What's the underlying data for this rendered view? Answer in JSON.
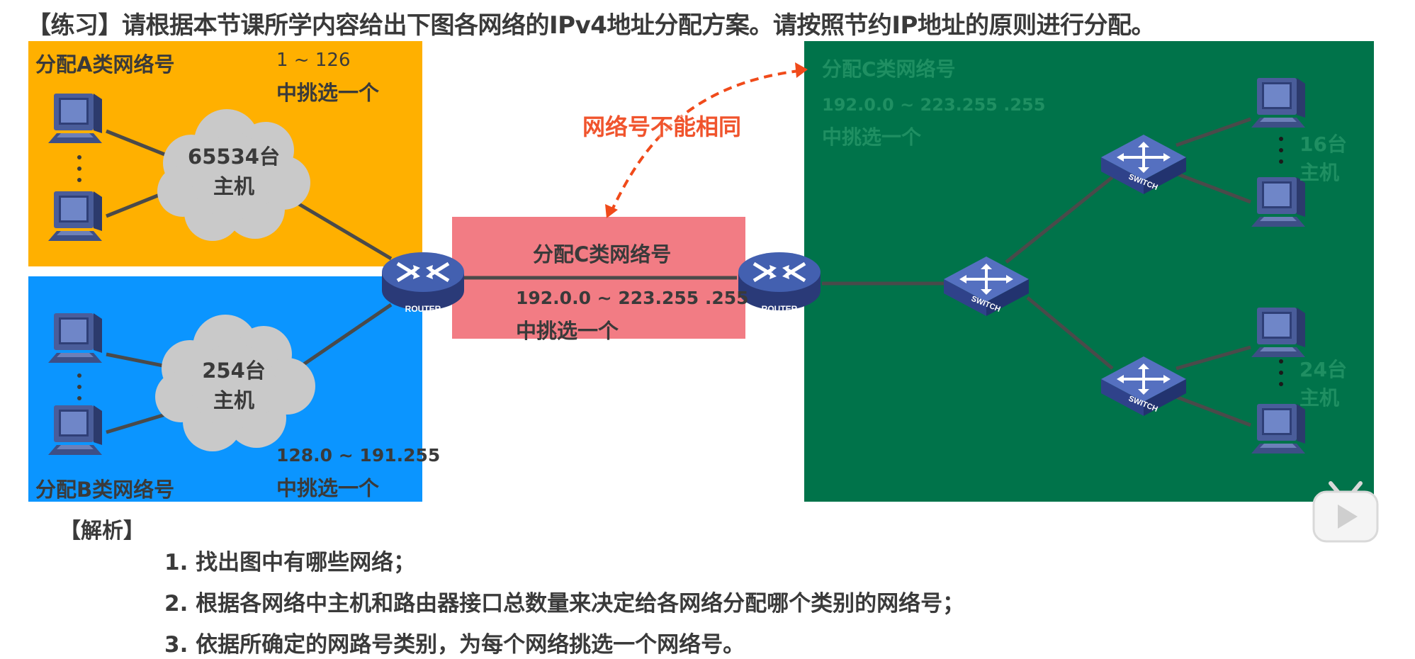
{
  "title": "【练习】请根据本节课所学内容给出下图各网络的IPv4地址分配方案。请按照节约IP地址的原则进行分配。",
  "network_a": {
    "label": "分配A类网络号",
    "range": "1 ~ 126",
    "pick": "中挑选一个",
    "hosts_line1": "65534台",
    "hosts_line2": "主机"
  },
  "network_b": {
    "label": "分配B类网络号",
    "range": "128.0 ~ 191.255",
    "pick": "中挑选一个",
    "hosts_line1": "254台",
    "hosts_line2": "主机"
  },
  "network_c_middle": {
    "label": "分配C类网络号",
    "range": "192.0.0 ~ 223.255 .255",
    "pick": "中挑选一个"
  },
  "network_c_right": {
    "label": "分配C类网络号",
    "range": "192.0.0 ~ 223.255 .255",
    "pick": "中挑选一个",
    "hosts_top_line1": "16台",
    "hosts_top_line2": "主机",
    "hosts_bottom_line1": "24台",
    "hosts_bottom_line2": "主机"
  },
  "note": "网络号不能相同",
  "device_labels": {
    "router": "ROUTER",
    "switch": "SWITCH"
  },
  "analysis": {
    "heading": "【解析】",
    "steps": [
      "1. 找出图中有哪些网络；",
      "2. 根据各网络中主机和路由器接口总数量来决定给各网络分配哪个类别的网络号；",
      "3. 依据所确定的网路号类别，为每个网络挑选一个网络号。"
    ]
  },
  "colors": {
    "region_a": "#ffb000",
    "region_b": "#0b95ff",
    "region_c_middle": "#f27c84",
    "region_c_right": "#00734a",
    "note": "#f0542d",
    "arrow": "#f04a1a"
  }
}
